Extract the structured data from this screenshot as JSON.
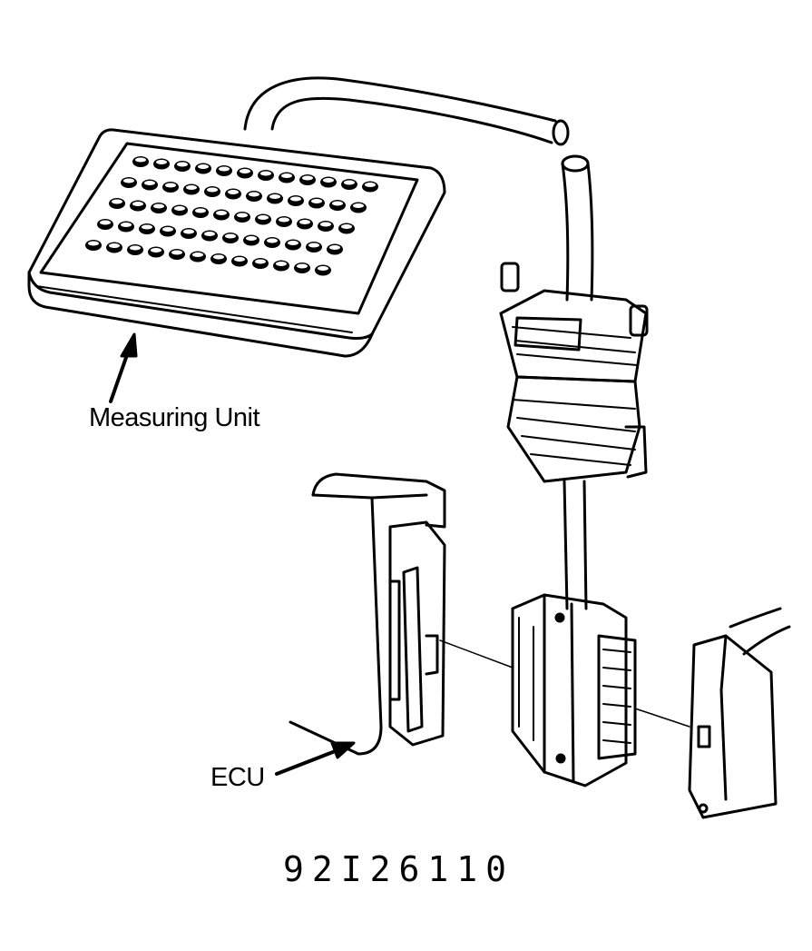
{
  "labels": {
    "measuring_unit": "Measuring Unit",
    "ecu": "ECU"
  },
  "figure_code": "92I26110",
  "colors": {
    "ink": "#000000",
    "paper": "#ffffff"
  }
}
